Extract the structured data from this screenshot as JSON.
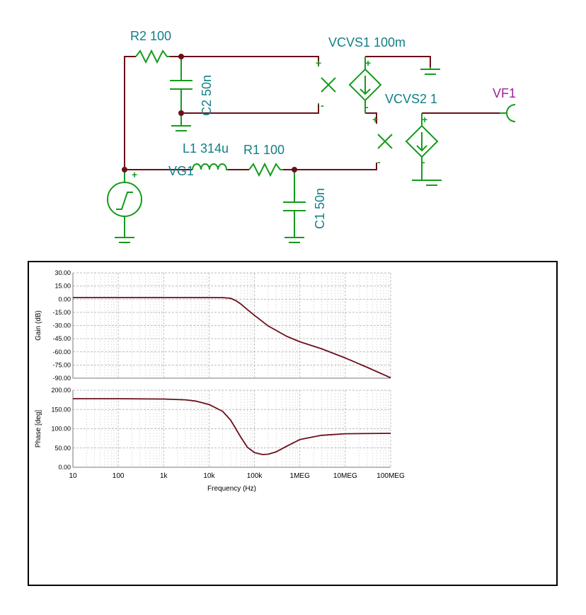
{
  "schematic": {
    "components": {
      "r2": "R2 100",
      "c2": "C2 50n",
      "vcvs1": "VCVS1 100m",
      "vcvs2": "VCVS2 1",
      "vf1": "VF1",
      "l1": "L1 314u",
      "r1": "R1 100",
      "vg1": "VG1",
      "c1": "C1 50n"
    },
    "plus": "+",
    "minus": "-",
    "colors": {
      "wire": "#6b0f1a",
      "component": "#159b1c",
      "label": "#0f7f86",
      "probe": "#9a2399"
    }
  },
  "chart_data": [
    {
      "type": "line",
      "ylabel": "Gain (dB)",
      "xscale": "log",
      "xlim": [
        10,
        100000000
      ],
      "ylim": [
        -90,
        30
      ],
      "yticks": [
        "30.00",
        "15.00",
        "0.00",
        "-15.00",
        "-30.00",
        "-45.00",
        "-60.00",
        "-75.00",
        "-90.00"
      ],
      "grid": true,
      "color": "#6b0f1a",
      "x": [
        10,
        100,
        1000,
        10000,
        20000,
        30000,
        40000,
        50000,
        70000,
        100000,
        200000,
        500000,
        1000000,
        3000000,
        10000000,
        30000000,
        100000000
      ],
      "values": [
        1.9,
        1.9,
        1.9,
        1.9,
        1.8,
        1.0,
        -2.0,
        -5.5,
        -12.0,
        -18.5,
        -30.5,
        -42.0,
        -48.5,
        -56.5,
        -67.0,
        -77.5,
        -89.5
      ]
    },
    {
      "type": "line",
      "ylabel": "Phase [deg]",
      "xscale": "log",
      "xlim": [
        10,
        100000000
      ],
      "ylim": [
        0,
        200
      ],
      "yticks": [
        "200.00",
        "150.00",
        "100.00",
        "50.00",
        "0.00"
      ],
      "xticks": [
        "10",
        "100",
        "1k",
        "10k",
        "100k",
        "1MEG",
        "10MEG",
        "100MEG"
      ],
      "xlabel": "Frequency (Hz)",
      "grid": true,
      "color": "#6b0f1a",
      "x": [
        10,
        100,
        1000,
        3000,
        5000,
        10000,
        20000,
        30000,
        50000,
        70000,
        100000,
        150000,
        200000,
        300000,
        500000,
        1000000,
        3000000,
        10000000,
        100000000
      ],
      "values": [
        178,
        178,
        177,
        175,
        172,
        163,
        145,
        122,
        78,
        52,
        38,
        33,
        34,
        40,
        54,
        72,
        83,
        87,
        88
      ]
    }
  ]
}
